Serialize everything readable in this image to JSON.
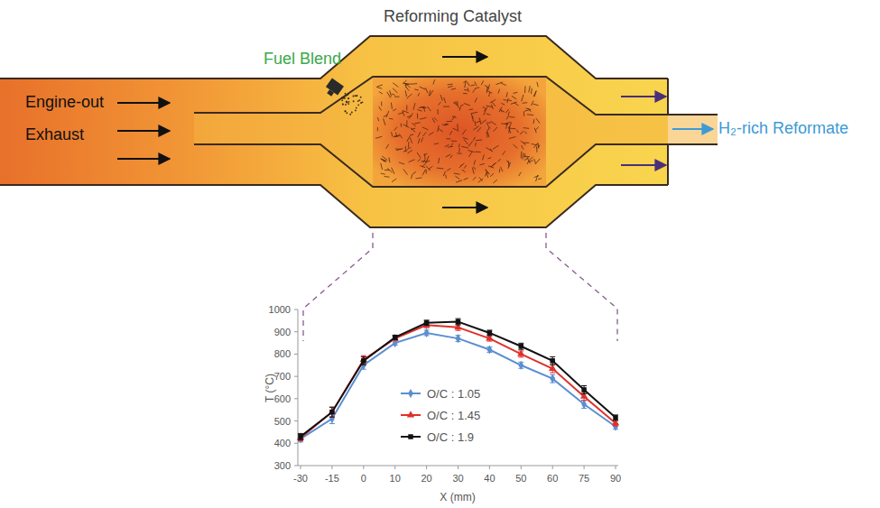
{
  "diagram": {
    "labels": [
      "Reforming Catalyst",
      "Fuel Blend",
      "Engine-out Exhaust",
      "H₂-rich Reformate",
      "T (°C)",
      "X (mm)",
      "1000",
      "900",
      "800",
      "700",
      "600",
      "500",
      "400",
      "300",
      "-30",
      "-15",
      "0",
      "10",
      "20",
      "30",
      "40",
      "50",
      "60",
      "75",
      "90"
    ],
    "legend": [
      {
        "text": "O/C : 1.05"
      },
      {
        "text": "O/C : 1.45"
      },
      {
        "text": "O/C : 1.9"
      }
    ]
  }
}
